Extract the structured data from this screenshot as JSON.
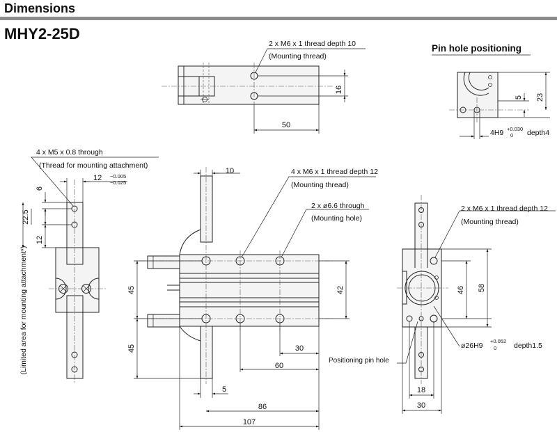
{
  "header": {
    "title": "Dimensions",
    "model": "MHY2-25D"
  },
  "top_view": {
    "callout_line1": "2 x M6 x 1 thread depth 10",
    "callout_line2": "(Mounting thread)",
    "dim_16": "16",
    "dim_50": "50"
  },
  "pin_hole": {
    "title": "Pin hole positioning",
    "dim_5": "5",
    "dim_23": "23",
    "tol_label": "4H9",
    "tol_upper": "+0.030",
    "tol_lower": "0",
    "tol_suffix": "depth4"
  },
  "left_view": {
    "callout_line1": "4 x M5 x 0.8 through",
    "callout_line2": "(Thread for mounting attachment)",
    "dim_12": "12",
    "tol_upper": "−0.005",
    "tol_lower": "−0.025",
    "dim_6": "6",
    "dim_22_5": "22.5",
    "dim_12b": "12",
    "vertical_note": "(Limited area for mounting attachment*)"
  },
  "front_view": {
    "dim_10": "10",
    "callout_a_line1": "4 x M6 x 1 thread depth 12",
    "callout_a_line2": "(Mounting thread)",
    "callout_b_line1": "2 x ø6.6 through",
    "callout_b_line2": "(Mounting hole)",
    "dim_45_top": "45",
    "dim_45_bottom": "45",
    "dim_42": "42",
    "dim_30": "30",
    "dim_60": "60",
    "dim_5": "5",
    "dim_86": "86",
    "dim_107": "107"
  },
  "right_view": {
    "callout_line1": "2 x M6 x 1 thread depth 12",
    "callout_line2": "(Mounting thread)",
    "dim_46": "46",
    "dim_58": "58",
    "bore_label": "ø26H9",
    "bore_tol_upper": "+0.052",
    "bore_tol_lower": "0",
    "bore_suffix": "depth1.5",
    "pin_hole_label": "Positioning pin hole",
    "dim_18": "18",
    "dim_30": "30"
  }
}
